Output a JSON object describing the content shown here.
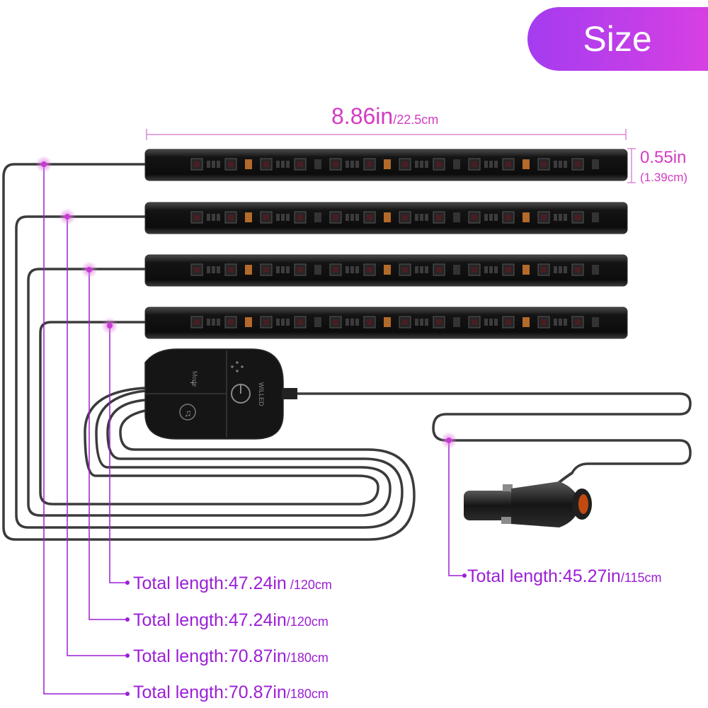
{
  "badge": {
    "label": "Size",
    "color_start": "#a53cf0",
    "color_end": "#d33ce0"
  },
  "width_dim": {
    "value": "8.86in",
    "unit_alt": "/22.5cm"
  },
  "height_dim": {
    "value": "0.55in",
    "unit_alt": "(1.39cm)"
  },
  "controller": {
    "brand": "WILLED",
    "mode_label": "Mode"
  },
  "cables": [
    {
      "value": "Total length:47.24in",
      "alt": " /120cm"
    },
    {
      "value": "Total length:47.24in",
      "alt": "/120cm"
    },
    {
      "value": "Total length:70.87in",
      "alt": "/180cm"
    },
    {
      "value": "Total length:70.87in",
      "alt": "/180cm"
    }
  ],
  "plug_cable": {
    "value": "Total length:45.27in",
    "alt": "/115cm"
  },
  "colors": {
    "accent_purple": "#9b1fd6",
    "accent_pink": "#d23cc3",
    "cable": "#3a3a3a",
    "strip": "#1b1b1b"
  },
  "icons": [
    "power-icon",
    "music-note-icon",
    "mic-icon",
    "mode-plus-icon"
  ]
}
